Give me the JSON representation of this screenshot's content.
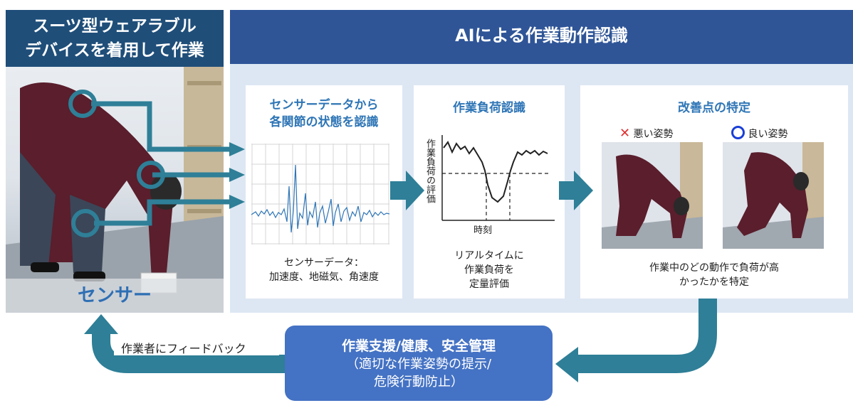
{
  "left_panel": {
    "title_line1": "スーツ型ウェアラブル",
    "title_line2": "デバイスを着用して作業",
    "sensor_label": "センサー"
  },
  "header": {
    "title": "AIによる作業動作認識"
  },
  "card_sensor": {
    "title_line1": "センサーデータから",
    "title_line2": "各関節の状態を認識",
    "caption_line1": "センサーデータ：",
    "caption_line2": "加速度、地磁気、角速度"
  },
  "card_load": {
    "title": "作業負荷認識",
    "y_axis_label": "作業負荷の評価",
    "x_axis_label": "時刻",
    "caption_line1": "リアルタイムに",
    "caption_line2": "作業負荷を",
    "caption_line3": "定量評価"
  },
  "card_improve": {
    "title": "改善点の特定",
    "bad_label": "悪い姿勢",
    "good_label": "良い姿勢",
    "caption_line1": "作業中のどの動作で負荷が高",
    "caption_line2": "かったかを特定"
  },
  "bottom": {
    "line1": "作業支援/健康、安全管理",
    "line2": "（適切な作業姿勢の提示/",
    "line3": "危険行動防止）"
  },
  "feedback_label": "作業者にフィードバック",
  "colors": {
    "navy": "#1f4e79",
    "header_blue": "#2f5597",
    "accent_blue": "#2e75b6",
    "teal": "#2e7f97",
    "panel_bg": "#dde7f3",
    "box_blue": "#4472c4",
    "bad_red": "#e03030"
  }
}
